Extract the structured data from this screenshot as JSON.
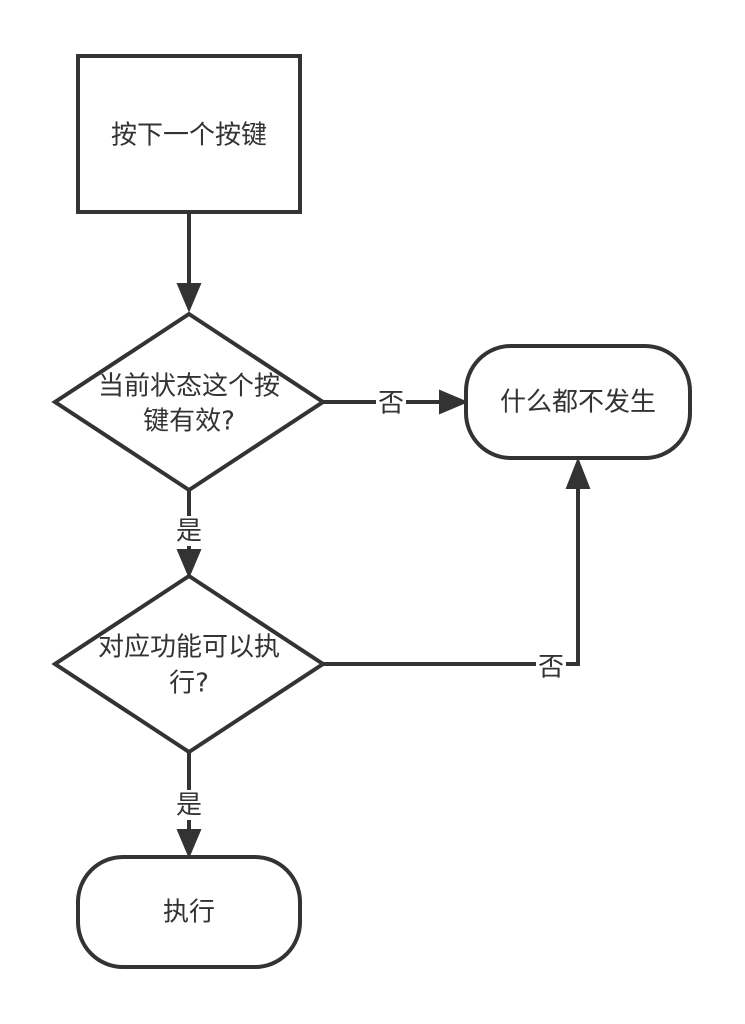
{
  "nodes": {
    "start": {
      "label": "按下一个按键"
    },
    "decision1": {
      "line1": "当前状态这个按",
      "line2": "键有效?"
    },
    "nothing": {
      "label": "什么都不发生"
    },
    "decision2": {
      "line1": "对应功能可以执",
      "line2": "行?"
    },
    "execute": {
      "label": "执行"
    }
  },
  "edges": {
    "d1_no": "否",
    "d1_yes": "是",
    "d2_no": "否",
    "d2_yes": "是"
  },
  "colors": {
    "stroke": "#333333",
    "fill": "#ffffff",
    "text": "#333333"
  }
}
